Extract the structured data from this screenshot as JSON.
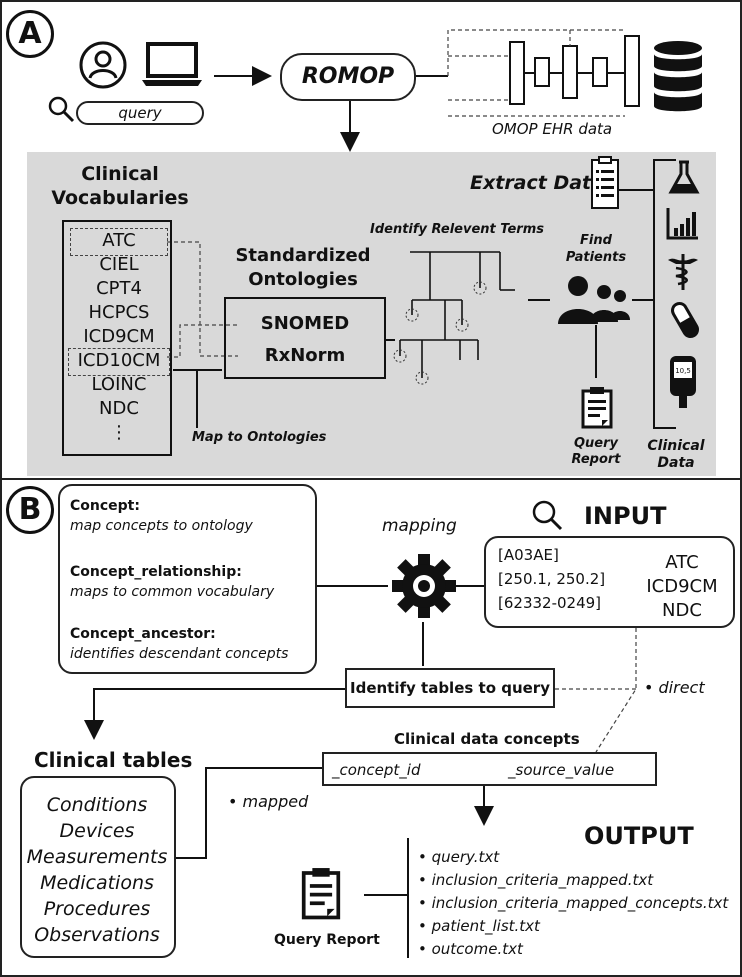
{
  "panel_a": {
    "badge": "A",
    "query_label": "query",
    "romop_label": "ROMOP",
    "omop_label": "OMOP EHR data",
    "extract_label": "Extract Data",
    "clinical_vocab_title_1": "Clinical",
    "clinical_vocab_title_2": "Vocabularies",
    "vocabularies": [
      "ATC",
      "CIEL",
      "CPT4",
      "HCPCS",
      "ICD9CM",
      "ICD10CM",
      "LOINC",
      "NDC",
      "⋮"
    ],
    "std_ont_title_1": "Standardized",
    "std_ont_title_2": "Ontologies",
    "ontologies": [
      "SNOMED",
      "RxNorm"
    ],
    "identify_terms_label": "Identify Relevent Terms",
    "find_patients_1": "Find",
    "find_patients_2": "Patients",
    "map_to_ontologies": "Map to Ontologies",
    "query_report_1": "Query",
    "query_report_2": "Report",
    "clinical_data_1": "Clinical",
    "clinical_data_2": "Data",
    "icons": [
      "user-icon",
      "laptop-icon",
      "search-icon",
      "database-icon",
      "clipboard-icon",
      "flask-icon",
      "bar-chart-icon",
      "caduceus-icon",
      "pill-icon",
      "glucose-meter-icon",
      "patients-icon",
      "report-icon"
    ],
    "glucose_reading": "10,5"
  },
  "panel_b": {
    "badge": "B",
    "concept_title": "Concept:",
    "concept_desc": "map concepts to ontology",
    "concept_rel_title": "Concept_relationship:",
    "concept_rel_desc": "maps to common vocabulary",
    "concept_anc_title": "Concept_ancestor:",
    "concept_anc_desc": "identifies descendant concepts",
    "mapping_label": "mapping",
    "input_title": "INPUT",
    "input_codes": [
      "[A03AE]",
      "[250.1, 250.2]",
      "[62332-0249]"
    ],
    "input_vocabs": [
      "ATC",
      "ICD9CM",
      "NDC"
    ],
    "identify_tables": "Identify tables to query",
    "direct_label": "• direct",
    "clinical_tables_title": "Clinical tables",
    "clinical_tables": [
      "Conditions",
      "Devices",
      "Measurements",
      "Medications",
      "Procedures",
      "Observations"
    ],
    "clinical_data_concepts": "Clinical data concepts",
    "concept_id": "_concept_id",
    "source_value": "_source_value",
    "mapped_label": "• mapped",
    "output_title": "OUTPUT",
    "outputs": [
      "• query.txt",
      "• inclusion_criteria_mapped.txt",
      "• inclusion_criteria_mapped_concepts.txt",
      "• patient_list.txt",
      "• outcome.txt"
    ],
    "query_report_label": "Query Report",
    "icons": [
      "search-icon",
      "gear-icon",
      "report-icon"
    ]
  },
  "colors": {
    "gray_panel": "#d9d9d9",
    "line": "#222222"
  }
}
